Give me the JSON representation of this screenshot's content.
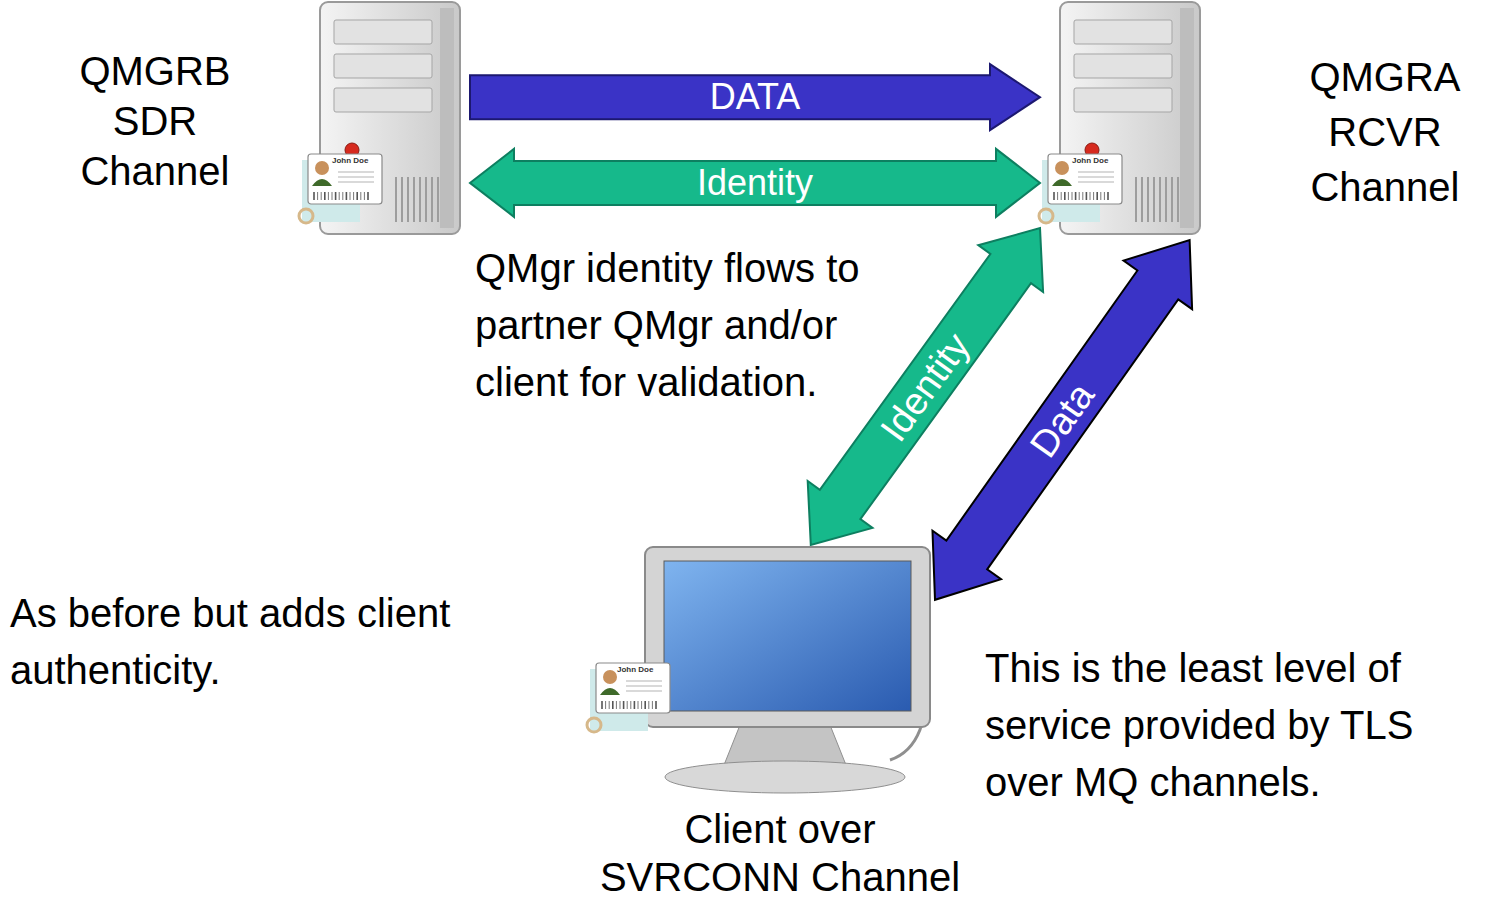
{
  "diagram": {
    "nodes": [
      {
        "text": [
          "QMGRB SDR Channel"
        ]
      },
      {
        "text": [
          "QMGRA RCVR Channel"
        ]
      },
      {
        "text": [
          "Client over SVRCONN Channel"
        ]
      }
    ],
    "edges": [
      {
        "from": 0,
        "to": 1,
        "arrow": "to",
        "label": "DATA"
      },
      {
        "from": 0,
        "to": 1,
        "arrow": "both",
        "label": "Identity"
      },
      {
        "from": 1,
        "to": 2,
        "arrow": "both",
        "label": "Identity"
      },
      {
        "from": 1,
        "to": 2,
        "arrow": "both",
        "label": "Data"
      }
    ],
    "labels": [
      "QMgr identity flows to partner QMgr and/or client for validation.",
      "As before but adds client authenticity.",
      "This is the least level of service provided by TLS over MQ channels.",
      "John Doe",
      "John Doe",
      "John Doe"
    ]
  }
}
